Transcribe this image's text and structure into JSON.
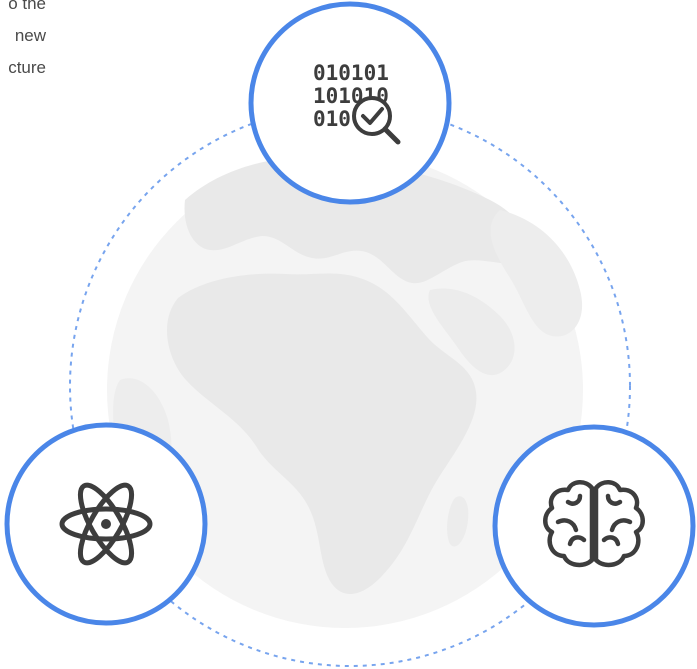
{
  "partial_text_lines": [
    "o the",
    "new",
    "cture"
  ],
  "colors": {
    "accent_blue": "#4a86e8",
    "icon_dark": "#3d3d3d",
    "globe_fill": "#eeeeee"
  },
  "nodes": [
    {
      "id": "data-analysis",
      "icon": "binary-data-magnifier-check-icon",
      "binary_rows": [
        "010101",
        "101010",
        "010"
      ]
    },
    {
      "id": "science",
      "icon": "atom-icon"
    },
    {
      "id": "intelligence",
      "icon": "brain-icon"
    }
  ]
}
